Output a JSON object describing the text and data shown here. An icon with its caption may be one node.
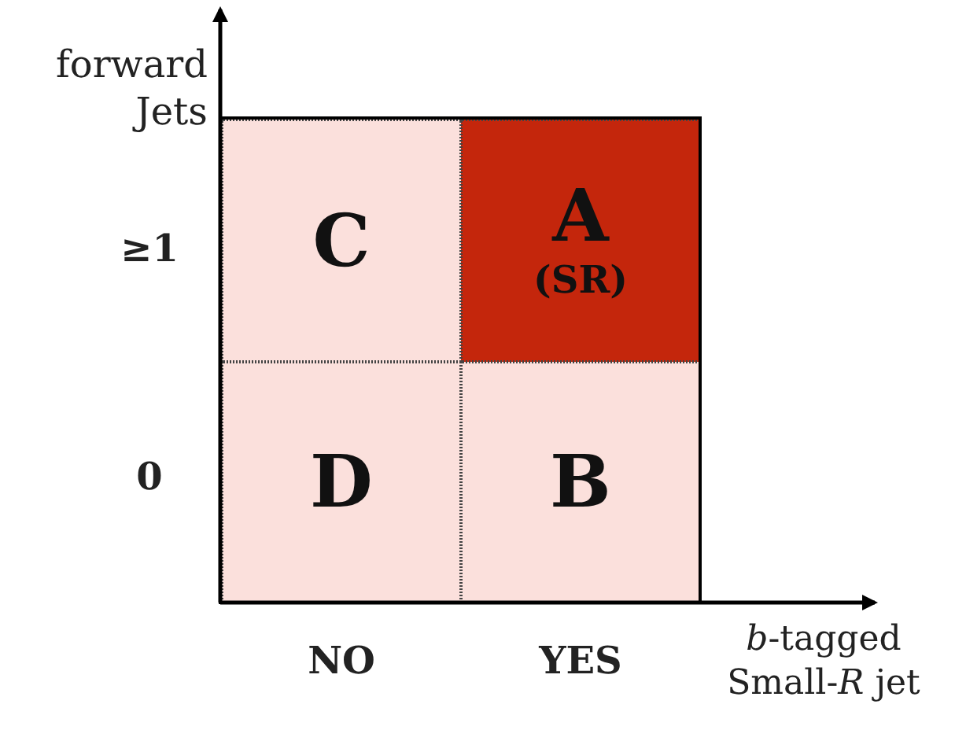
{
  "diagram": {
    "nodes": [
      {
        "text": [
          "C"
        ]
      },
      {
        "text": [
          "A",
          "(SR)"
        ]
      },
      {
        "text": [
          "D"
        ]
      },
      {
        "text": [
          "B"
        ]
      }
    ],
    "labels": [
      "forward Jets",
      "≥1",
      "0",
      "NO",
      "YES",
      "*b*-tagged Small-*R* jet"
    ]
  }
}
